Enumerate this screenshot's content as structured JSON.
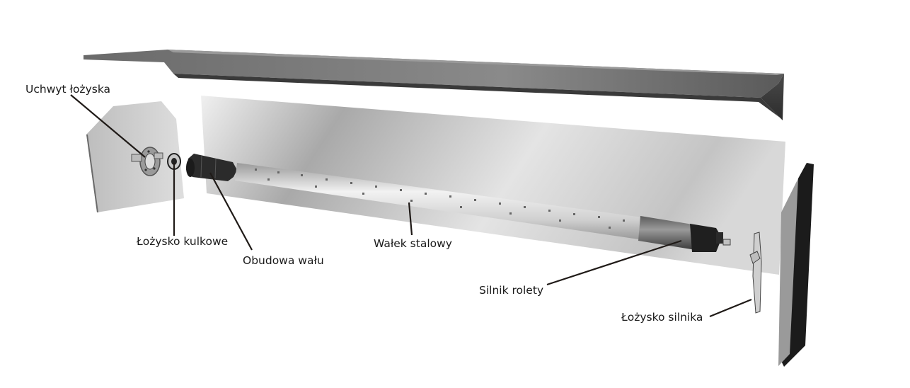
{
  "labels": {
    "bearing_holder": "Uchwyt łożyska",
    "ball_bearing": "Łożysko kulkowe",
    "shaft_housing": "Obudowa wału",
    "steel_shaft": "Wałek stalowy",
    "blind_motor": "Silnik rolety",
    "motor_bearing": "Łożysko silnika"
  },
  "colors": {
    "leader_line": "#1f1a17",
    "label_text": "#1a1a1a",
    "panel_light": "#e8e8e8",
    "panel_dark": "#8c8c8c",
    "end_plate": "#cfcfcf",
    "end_plate_edge": "#1a1a1a",
    "motor": "#3a3a3a"
  }
}
